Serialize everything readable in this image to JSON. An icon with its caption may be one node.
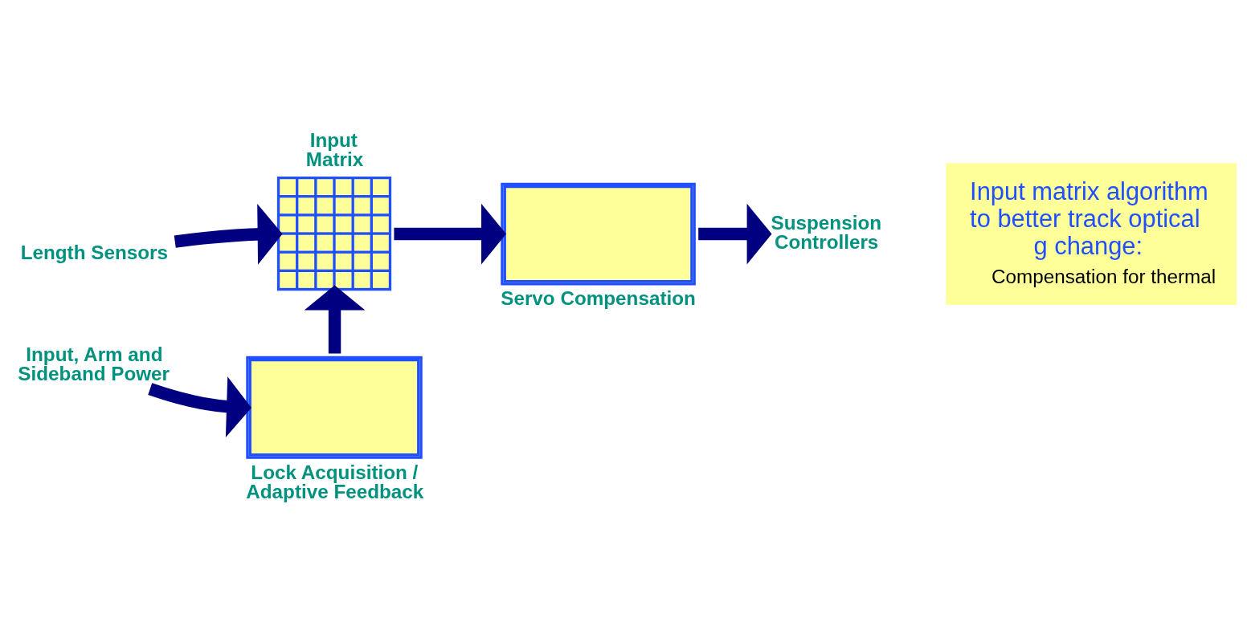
{
  "diagram": {
    "nodes": [
      {
        "text": [
          "Length Sensors"
        ]
      },
      {
        "text": [
          "Input Matrix"
        ]
      },
      {
        "text": [
          "Servo Compensation"
        ]
      },
      {
        "text": [
          "Suspension Controllers"
        ]
      },
      {
        "text": [
          "Input, Arm and Sideband Power"
        ]
      },
      {
        "text": [
          "Lock Acquisition / Adaptive Feedback"
        ]
      },
      {
        "text": [
          "Input matrix algorithm to better track optical g change:",
          "Compensation for thermal"
        ]
      }
    ],
    "edges": [
      {
        "from": 0,
        "to": 1,
        "arrow": "to"
      },
      {
        "from": 1,
        "to": 2,
        "arrow": "to"
      },
      {
        "from": 2,
        "to": 3,
        "arrow": "to"
      },
      {
        "from": 4,
        "to": 5,
        "arrow": "to"
      },
      {
        "from": 5,
        "to": 1,
        "arrow": "to"
      }
    ]
  }
}
